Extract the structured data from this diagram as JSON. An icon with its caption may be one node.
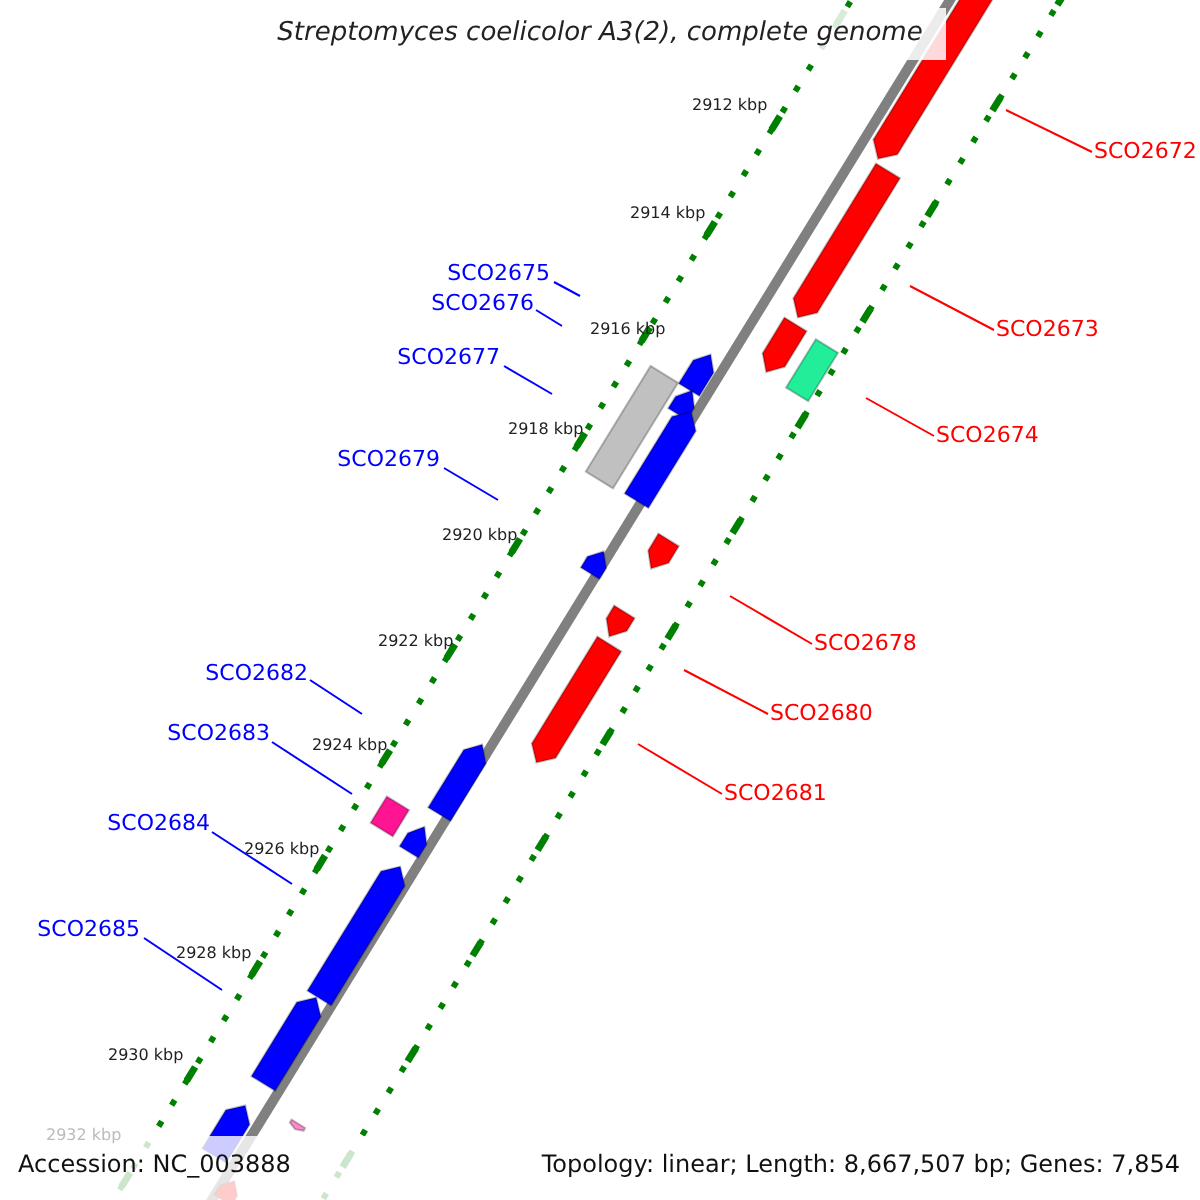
{
  "diagram": {
    "title": "Streptomyces coelicolor A3(2), complete genome",
    "nodes": [
      {
        "text": [
          "SCO2672"
        ]
      },
      {
        "text": [
          "SCO2675"
        ]
      },
      {
        "text": [
          "SCO2676"
        ]
      },
      {
        "text": [
          "SCO2673"
        ]
      },
      {
        "text": [
          "SCO2677"
        ]
      },
      {
        "text": [
          "SCO2674"
        ]
      },
      {
        "text": [
          "SCO2679"
        ]
      },
      {
        "text": [
          "SCO2678"
        ]
      },
      {
        "text": [
          "SCO2682"
        ]
      },
      {
        "text": [
          "SCO2680"
        ]
      },
      {
        "text": [
          "SCO2683"
        ]
      },
      {
        "text": [
          "SCO2681"
        ]
      },
      {
        "text": [
          "SCO2684"
        ]
      },
      {
        "text": [
          "SCO2685"
        ]
      }
    ],
    "edges": [
      {
        "from": 0,
        "to": null,
        "arrow": "none",
        "color": "#ff0000"
      },
      {
        "from": 1,
        "to": null,
        "arrow": "none",
        "color": "#0000ff"
      },
      {
        "from": 2,
        "to": null,
        "arrow": "none",
        "color": "#0000ff"
      },
      {
        "from": 3,
        "to": null,
        "arrow": "none",
        "color": "#ff0000"
      },
      {
        "from": 4,
        "to": null,
        "arrow": "none",
        "color": "#0000ff"
      },
      {
        "from": 5,
        "to": null,
        "arrow": "none",
        "color": "#ff0000"
      },
      {
        "from": 6,
        "to": null,
        "arrow": "none",
        "color": "#0000ff"
      },
      {
        "from": 7,
        "to": null,
        "arrow": "none",
        "color": "#ff0000"
      },
      {
        "from": 8,
        "to": null,
        "arrow": "none",
        "color": "#0000ff"
      },
      {
        "from": 9,
        "to": null,
        "arrow": "none",
        "color": "#ff0000"
      },
      {
        "from": 10,
        "to": null,
        "arrow": "none",
        "color": "#0000ff"
      },
      {
        "from": 11,
        "to": null,
        "arrow": "none",
        "color": "#ff0000"
      },
      {
        "from": 12,
        "to": null,
        "arrow": "none",
        "color": "#0000ff"
      },
      {
        "from": 13,
        "to": null,
        "arrow": "none",
        "color": "#0000ff"
      }
    ],
    "labels": [
      "2912 kbp",
      "2914 kbp",
      "2916 kbp",
      "2918 kbp",
      "2920 kbp",
      "2922 kbp",
      "2924 kbp",
      "2926 kbp",
      "2928 kbp",
      "2930 kbp",
      "2932 kbp",
      "Accession: NC_003888",
      "Topology: linear; Length: 8,667,507 bp; Genes: 7,854"
    ]
  }
}
